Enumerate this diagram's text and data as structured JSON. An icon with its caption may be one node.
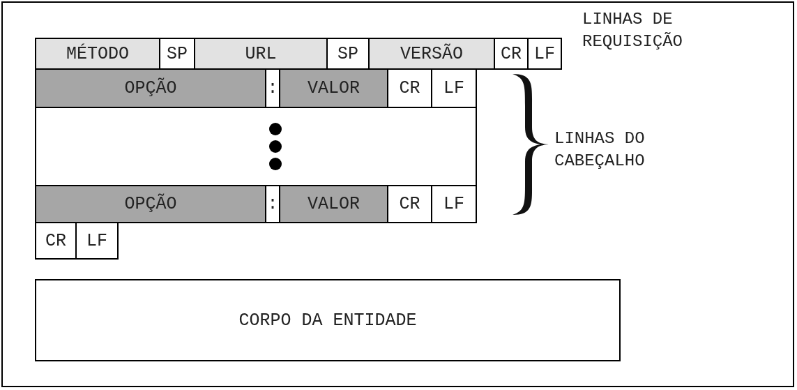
{
  "diagram": {
    "nodes": [
      {
        "text": [
          "MÉTODO"
        ]
      },
      {
        "text": [
          "SP"
        ]
      },
      {
        "text": [
          "URL"
        ]
      },
      {
        "text": [
          "SP"
        ]
      },
      {
        "text": [
          "VERSÃO"
        ]
      },
      {
        "text": [
          "CR"
        ]
      },
      {
        "text": [
          "LF"
        ]
      },
      {
        "text": [
          "OPÇÃO"
        ]
      },
      {
        "text": [
          ":"
        ]
      },
      {
        "text": [
          "VALOR"
        ]
      },
      {
        "text": [
          "CR"
        ]
      },
      {
        "text": [
          "LF"
        ]
      },
      {
        "text": [],
        "shape": "box"
      },
      {
        "text": [
          "OPÇÃO"
        ]
      },
      {
        "text": [
          ":"
        ]
      },
      {
        "text": [
          "VALOR"
        ]
      },
      {
        "text": [
          "CR"
        ]
      },
      {
        "text": [
          "LF"
        ]
      },
      {
        "text": [
          "CR"
        ]
      },
      {
        "text": [
          "LF"
        ]
      },
      {
        "text": [
          "CORPO DA ENTIDADE"
        ]
      }
    ],
    "edges": [],
    "labels": [
      "LINHAS DE REQUISIÇÃO",
      "LINHAS DO CABEÇALHO"
    ]
  }
}
